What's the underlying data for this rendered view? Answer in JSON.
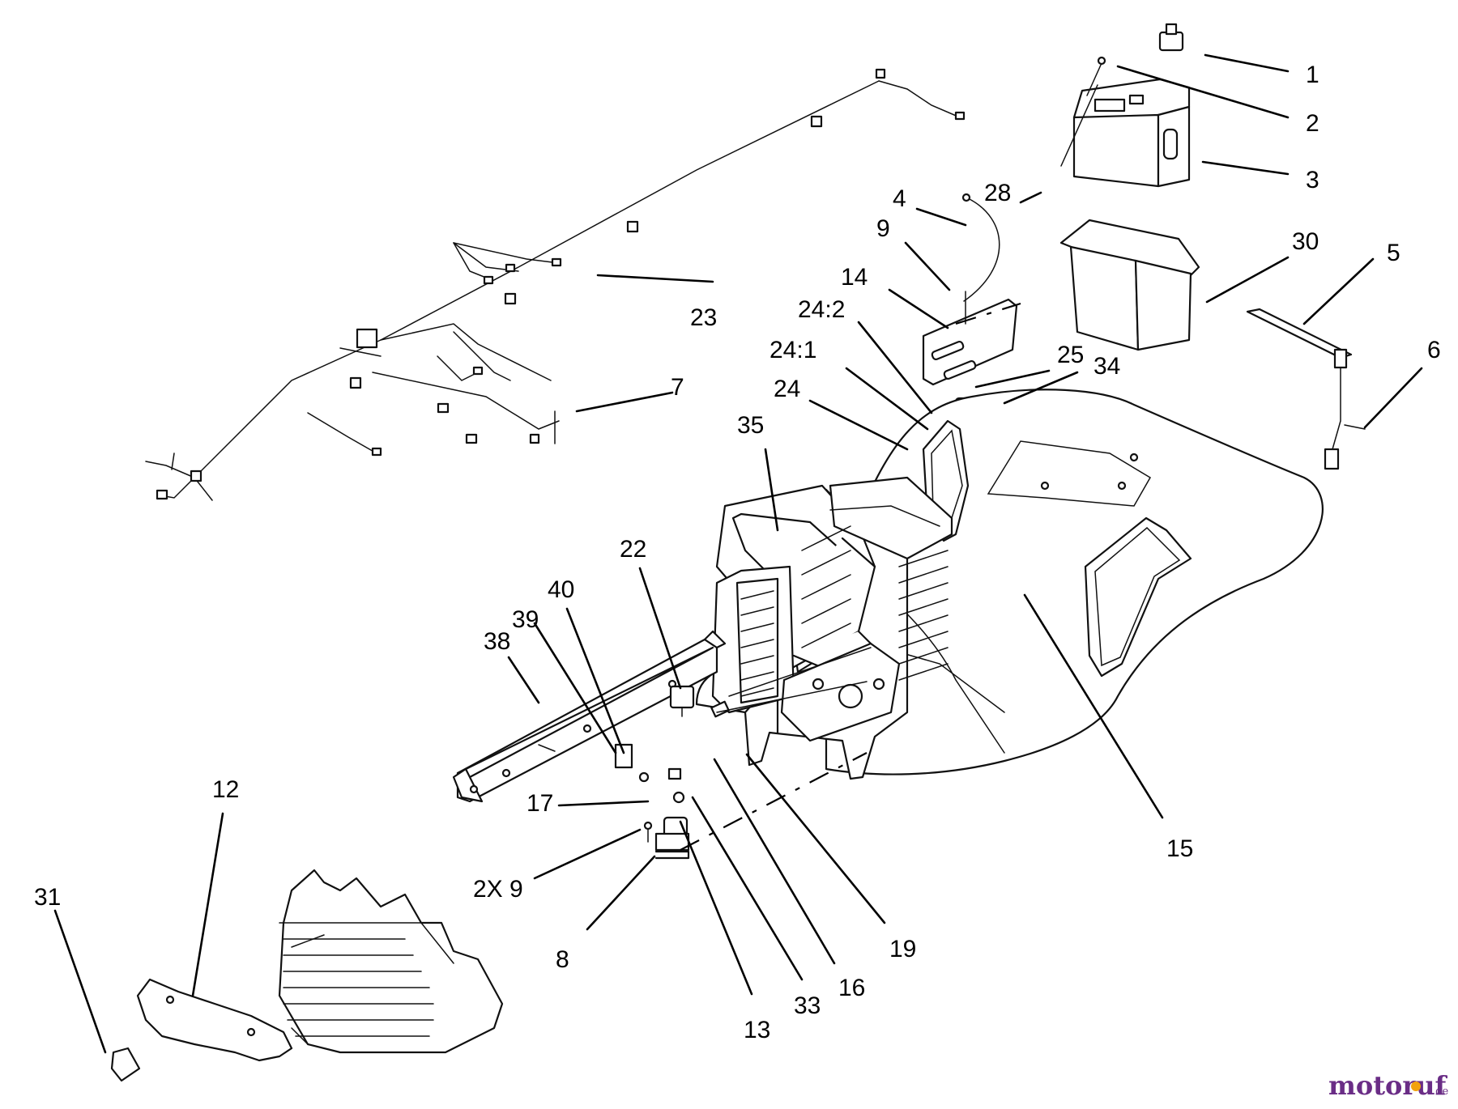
{
  "callouts": [
    "1",
    "2",
    "3",
    "28",
    "30",
    "5",
    "4",
    "9",
    "14",
    "24:2",
    "24:1",
    "25",
    "34",
    "24",
    "6",
    "23",
    "7",
    "35",
    "22",
    "40",
    "39",
    "38",
    "15",
    "12",
    "17",
    "31",
    "2X 9",
    "8",
    "19",
    "16",
    "33",
    "13"
  ],
  "watermark": {
    "text": "motoruf",
    "suffix": ".de",
    "color": "#6a2d86",
    "dot_color": "#f2a20c"
  }
}
